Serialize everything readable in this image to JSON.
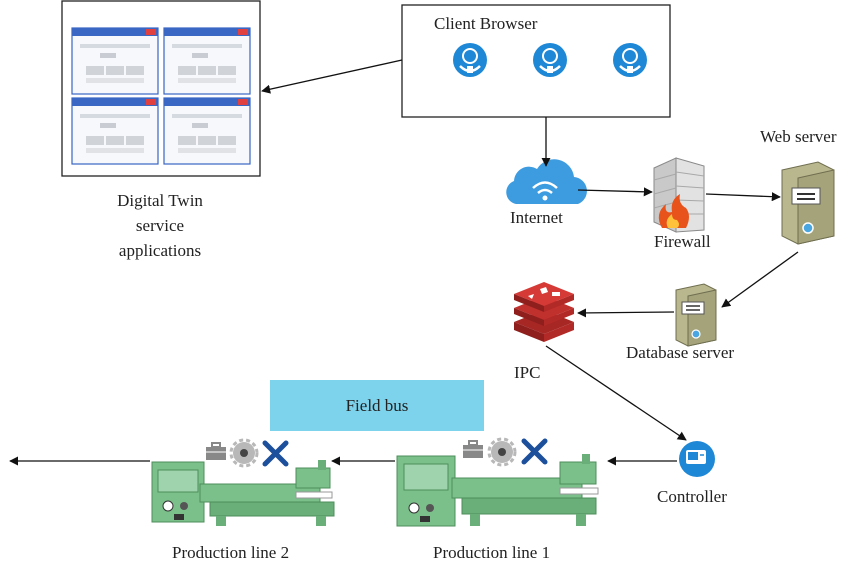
{
  "labels": {
    "digital_twin_line1": "Digital Twin",
    "digital_twin_line2": "service",
    "digital_twin_line3": "applications",
    "client_browser": "Client Browser",
    "web_server": "Web server",
    "internet": "Internet",
    "firewall": "Firewall",
    "database_server": "Database server",
    "ipc": "IPC",
    "field_bus": "Field bus",
    "controller": "Controller",
    "production_line_2": "Production line 2",
    "production_line_1": "Production line 1"
  },
  "colors": {
    "field_bus_fill": "#7dd3ec",
    "machine_green": "#7bbf8a",
    "globe_blue": "#1e88d6",
    "cloud_blue": "#3d9be0",
    "redis_red": "#c0302d",
    "server_khaki": "#b8b78e"
  },
  "icons": {
    "client_globes": [
      "globe-hand-icon",
      "globe-hand-icon",
      "globe-hand-icon"
    ],
    "line_tools": [
      "toolbox-icon",
      "gear-icon",
      "wrench-screwdriver-icon"
    ]
  }
}
